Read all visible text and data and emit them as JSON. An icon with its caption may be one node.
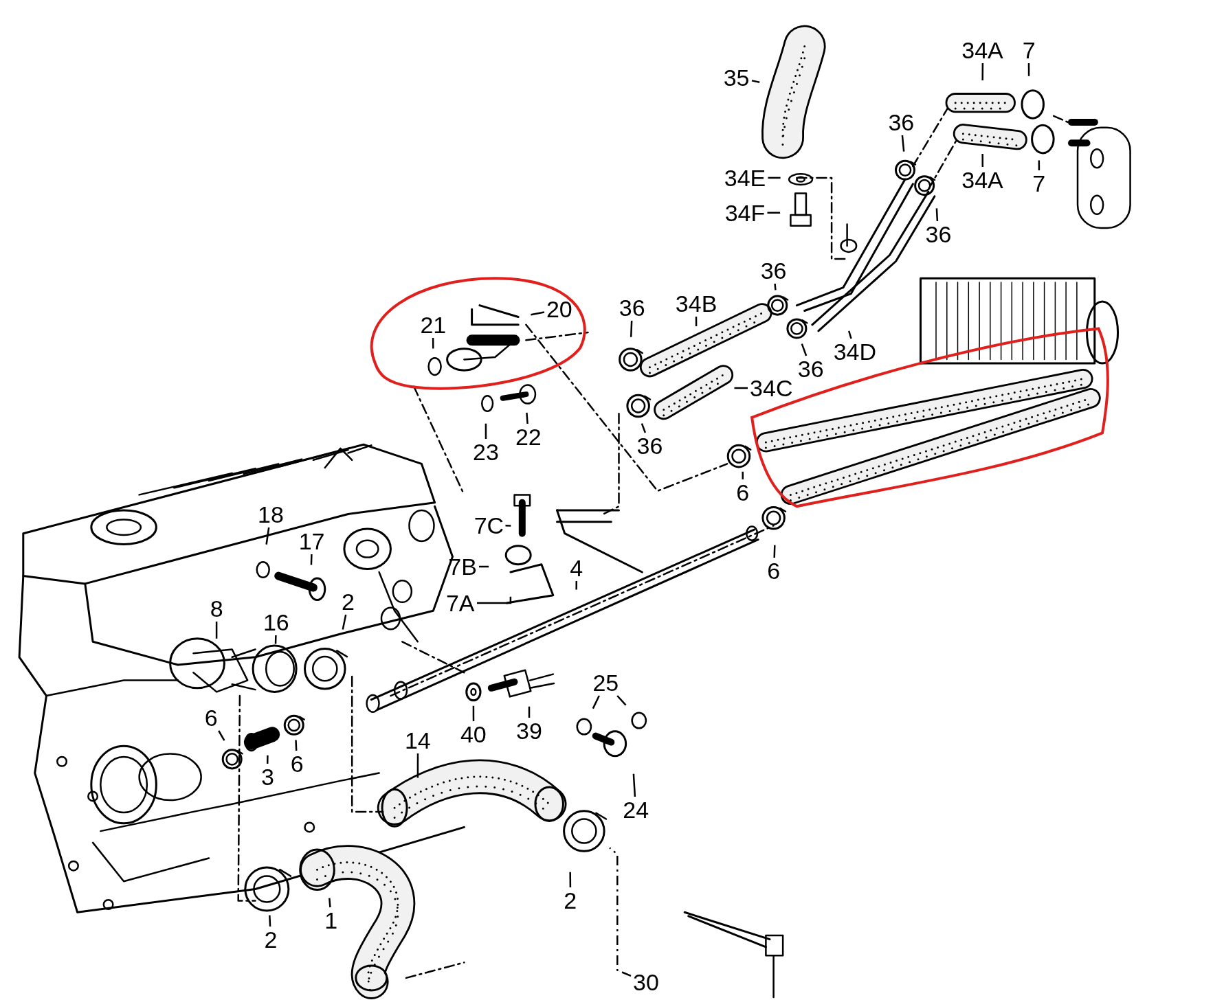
{
  "diagram": {
    "nodes": [
      {
        "text": [
          "35"
        ]
      },
      {
        "text": [
          "34A"
        ]
      },
      {
        "text": [
          "7"
        ]
      },
      {
        "text": [
          "36"
        ]
      },
      {
        "text": [
          "34E"
        ]
      },
      {
        "text": [
          "34F"
        ]
      },
      {
        "text": [
          "34A"
        ]
      },
      {
        "text": [
          "7"
        ]
      },
      {
        "text": [
          "36"
        ]
      },
      {
        "text": [
          "36"
        ]
      },
      {
        "text": [
          "20"
        ]
      },
      {
        "text": [
          "21"
        ]
      },
      {
        "text": [
          "36"
        ]
      },
      {
        "text": [
          "34B"
        ]
      },
      {
        "text": [
          "36"
        ]
      },
      {
        "text": [
          "34D"
        ]
      },
      {
        "text": [
          "34C"
        ]
      },
      {
        "text": [
          "22"
        ]
      },
      {
        "text": [
          "23"
        ]
      },
      {
        "text": [
          "36"
        ]
      },
      {
        "text": [
          "6"
        ]
      },
      {
        "text": [
          "7C"
        ]
      },
      {
        "text": [
          "7B"
        ]
      },
      {
        "text": [
          "4"
        ]
      },
      {
        "text": [
          "7A"
        ]
      },
      {
        "text": [
          "6"
        ]
      },
      {
        "text": [
          "18"
        ]
      },
      {
        "text": [
          "17"
        ]
      },
      {
        "text": [
          "8"
        ]
      },
      {
        "text": [
          "16"
        ]
      },
      {
        "text": [
          "2"
        ]
      },
      {
        "text": [
          "25"
        ]
      },
      {
        "text": [
          "6"
        ]
      },
      {
        "text": [
          "40"
        ]
      },
      {
        "text": [
          "39"
        ]
      },
      {
        "text": [
          "14"
        ]
      },
      {
        "text": [
          "3"
        ]
      },
      {
        "text": [
          "6"
        ]
      },
      {
        "text": [
          "24"
        ]
      },
      {
        "text": [
          "2"
        ]
      },
      {
        "text": [
          "2"
        ]
      },
      {
        "text": [
          "1"
        ]
      },
      {
        "text": [
          "30"
        ]
      }
    ],
    "edges": [
      {
        "from": 0,
        "to": null,
        "arrow": "none"
      },
      {
        "from": 1,
        "to": null,
        "arrow": "none"
      },
      {
        "from": 2,
        "to": null,
        "arrow": "none"
      },
      {
        "from": 3,
        "to": null,
        "arrow": "none"
      },
      {
        "from": 4,
        "to": null,
        "arrow": "none"
      },
      {
        "from": 5,
        "to": null,
        "arrow": "none"
      },
      {
        "from": 6,
        "to": null,
        "arrow": "none"
      },
      {
        "from": 7,
        "to": null,
        "arrow": "none"
      },
      {
        "from": 8,
        "to": null,
        "arrow": "none"
      },
      {
        "from": 9,
        "to": null,
        "arrow": "none"
      },
      {
        "from": 10,
        "to": null,
        "arrow": "none"
      },
      {
        "from": 11,
        "to": null,
        "arrow": "none"
      },
      {
        "from": 12,
        "to": null,
        "arrow": "none"
      },
      {
        "from": 13,
        "to": null,
        "arrow": "none"
      },
      {
        "from": 14,
        "to": null,
        "arrow": "none"
      },
      {
        "from": 15,
        "to": null,
        "arrow": "none"
      },
      {
        "from": 16,
        "to": null,
        "arrow": "none"
      },
      {
        "from": 17,
        "to": null,
        "arrow": "none"
      },
      {
        "from": 18,
        "to": null,
        "arrow": "none"
      },
      {
        "from": 19,
        "to": null,
        "arrow": "none"
      },
      {
        "from": 20,
        "to": null,
        "arrow": "none"
      },
      {
        "from": 21,
        "to": null,
        "arrow": "none"
      },
      {
        "from": 22,
        "to": null,
        "arrow": "none"
      },
      {
        "from": 23,
        "to": null,
        "arrow": "none"
      },
      {
        "from": 24,
        "to": null,
        "arrow": "none"
      },
      {
        "from": 25,
        "to": null,
        "arrow": "none"
      },
      {
        "from": 26,
        "to": null,
        "arrow": "none"
      },
      {
        "from": 27,
        "to": null,
        "arrow": "none"
      },
      {
        "from": 28,
        "to": null,
        "arrow": "none"
      },
      {
        "from": 29,
        "to": null,
        "arrow": "none"
      },
      {
        "from": 30,
        "to": null,
        "arrow": "none"
      },
      {
        "from": 31,
        "to": null,
        "arrow": "none"
      },
      {
        "from": 31,
        "to": null,
        "arrow": "none"
      },
      {
        "from": 32,
        "to": null,
        "arrow": "none"
      },
      {
        "from": 33,
        "to": null,
        "arrow": "none"
      },
      {
        "from": 34,
        "to": null,
        "arrow": "none"
      },
      {
        "from": 35,
        "to": null,
        "arrow": "none"
      },
      {
        "from": 36,
        "to": null,
        "arrow": "none"
      },
      {
        "from": 37,
        "to": null,
        "arrow": "none"
      },
      {
        "from": 38,
        "to": null,
        "arrow": "none"
      },
      {
        "from": 39,
        "to": null,
        "arrow": "none"
      },
      {
        "from": 40,
        "to": null,
        "arrow": "none"
      },
      {
        "from": 41,
        "to": null,
        "arrow": "none"
      },
      {
        "from": 42,
        "to": null,
        "arrow": "none",
        "style": "dashed"
      }
    ]
  }
}
